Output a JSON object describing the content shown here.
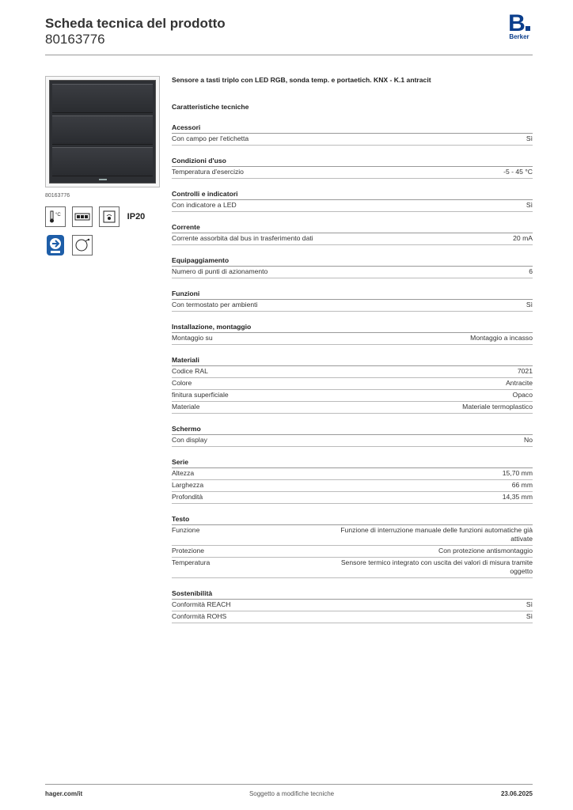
{
  "header": {
    "title": "Scheda tecnica del prodotto",
    "code": "80163776",
    "logo_mark": "B",
    "logo_text": "Berker"
  },
  "left": {
    "photo_code": "80163776",
    "icons": [
      "thermometer-celsius-icon",
      "keypad-icon",
      "sensor-keypad-icon",
      "ip20-label",
      "bus-certification-icon",
      "rotating-sensor-icon"
    ],
    "ip_label": "IP20",
    "thermo_label": "°C"
  },
  "product_title": "Sensore a tasti triplo con LED RGB, sonda temp. e portaetich. KNX - K.1 antracit",
  "tech_heading": "Caratteristiche tecniche",
  "groups": [
    {
      "title": "Acessori",
      "rows": [
        {
          "label": "Con campo per l'etichetta",
          "value": "Sì"
        }
      ]
    },
    {
      "title": "Condizioni d'uso",
      "rows": [
        {
          "label": "Temperatura d'esercizio",
          "value": "-5 - 45 °C"
        }
      ]
    },
    {
      "title": "Controlli e indicatori",
      "rows": [
        {
          "label": "Con indicatore a LED",
          "value": "Sì"
        }
      ]
    },
    {
      "title": "Corrente",
      "rows": [
        {
          "label": "Corrente assorbita dal bus in trasferimento dati",
          "value": "20 mA"
        }
      ]
    },
    {
      "title": "Equipaggiamento",
      "rows": [
        {
          "label": "Numero di punti di azionamento",
          "value": "6"
        }
      ]
    },
    {
      "title": "Funzioni",
      "rows": [
        {
          "label": "Con termostato per ambienti",
          "value": "Sì"
        }
      ]
    },
    {
      "title": "Installazione, montaggio",
      "rows": [
        {
          "label": "Montaggio su",
          "value": "Montaggio a incasso"
        }
      ]
    },
    {
      "title": "Materiali",
      "rows": [
        {
          "label": "Codice RAL",
          "value": "7021"
        },
        {
          "label": "Colore",
          "value": "Antracite"
        },
        {
          "label": "finitura superficiale",
          "value": "Opaco"
        },
        {
          "label": "Materiale",
          "value": "Materiale termoplastico"
        }
      ]
    },
    {
      "title": "Schermo",
      "rows": [
        {
          "label": "Con display",
          "value": "No"
        }
      ]
    },
    {
      "title": "Serie",
      "rows": [
        {
          "label": "Altezza",
          "value": "15,70 mm"
        },
        {
          "label": "Larghezza",
          "value": "66 mm"
        },
        {
          "label": "Profondità",
          "value": "14,35 mm"
        }
      ]
    },
    {
      "title": "Testo",
      "rows": [
        {
          "label": "Funzione",
          "value": "Funzione di interruzione manuale delle funzioni automatiche già attivate"
        },
        {
          "label": "Protezione",
          "value": "Con protezione antismontaggio"
        },
        {
          "label": "Temperatura",
          "value": "Sensore termico integrato con uscita dei valori di misura tramite oggetto"
        }
      ]
    },
    {
      "title": "Sostenibilità",
      "rows": [
        {
          "label": "Conformità REACH",
          "value": "Sì"
        },
        {
          "label": "Conformità ROHS",
          "value": "Sì"
        }
      ]
    }
  ],
  "footer": {
    "left": "hager.com/it",
    "middle": "Soggetto a modifiche tecniche",
    "right": "23.06.2025"
  }
}
